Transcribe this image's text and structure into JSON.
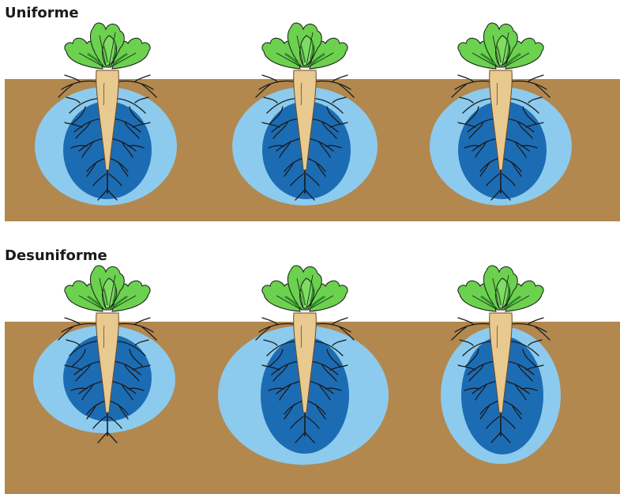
{
  "panels": [
    {
      "title": "Uniforme",
      "plants": [
        {
          "wet_outer": "uniform",
          "wet_inner": "uniform"
        },
        {
          "wet_outer": "uniform",
          "wet_inner": "uniform"
        },
        {
          "wet_outer": "uniform",
          "wet_inner": "uniform"
        }
      ]
    },
    {
      "title": "Desuniforme",
      "plants": [
        {
          "wet_outer": "shallow",
          "wet_inner": "shallow"
        },
        {
          "wet_outer": "wide-deep",
          "wet_inner": "deep"
        },
        {
          "wet_outer": "narrow-deep",
          "wet_inner": "deep"
        }
      ]
    }
  ],
  "colors": {
    "soil": "#b2884f",
    "wet_outer": "#8ccbee",
    "wet_inner": "#1c6cb4",
    "root": "#e8c98f",
    "root_outline": "#6a4a24",
    "leaf": "#6bd14e",
    "leaf_dark": "#2f8a2a",
    "rootlet": "#1a1a1a"
  }
}
